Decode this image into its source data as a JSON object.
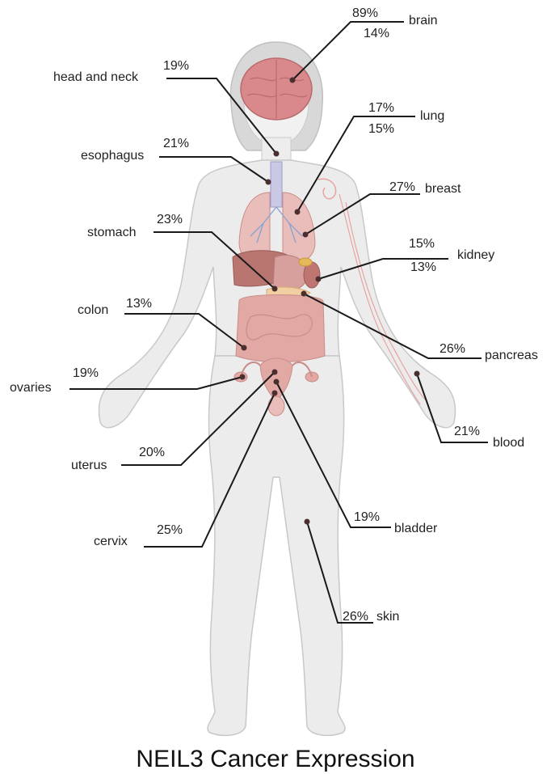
{
  "title": "NEIL3 Cancer Expression",
  "colors": {
    "body_fill": "#ececec",
    "body_stroke": "#c8c8c8",
    "organ_pink": "#e9b3b0",
    "organ_dark": "#b97570",
    "brain": "#d9898b",
    "leader": "#1a1a1a",
    "dot": "#4a2f30"
  },
  "labels": {
    "brain": {
      "name": "brain",
      "values": [
        "89%",
        "14%"
      ]
    },
    "head_neck": {
      "name": "head and neck",
      "values": [
        "19%"
      ]
    },
    "lung": {
      "name": "lung",
      "values": [
        "17%",
        "15%"
      ]
    },
    "esophagus": {
      "name": "esophagus",
      "values": [
        "21%"
      ]
    },
    "breast": {
      "name": "breast",
      "values": [
        "27%"
      ]
    },
    "stomach": {
      "name": "stomach",
      "values": [
        "23%"
      ]
    },
    "kidney": {
      "name": "kidney",
      "values": [
        "15%",
        "13%"
      ]
    },
    "colon": {
      "name": "colon",
      "values": [
        "13%"
      ]
    },
    "pancreas": {
      "name": "pancreas",
      "values": [
        "26%"
      ]
    },
    "ovaries": {
      "name": "ovaries",
      "values": [
        "19%"
      ]
    },
    "blood": {
      "name": "blood",
      "values": [
        "21%"
      ]
    },
    "uterus": {
      "name": "uterus",
      "values": [
        "20%"
      ]
    },
    "bladder": {
      "name": "bladder",
      "values": [
        "19%"
      ]
    },
    "cervix": {
      "name": "cervix",
      "values": [
        "25%"
      ]
    },
    "skin": {
      "name": "skin",
      "values": [
        "26%"
      ]
    }
  }
}
